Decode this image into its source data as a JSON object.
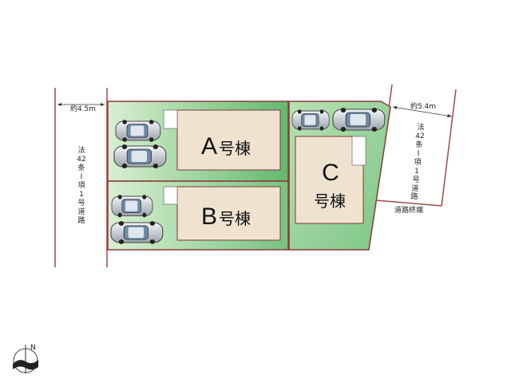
{
  "lots": {
    "a": {
      "letter": "A",
      "suffix": "号棟"
    },
    "b": {
      "letter": "B",
      "suffix": "号棟"
    },
    "c": {
      "letter": "C",
      "suffix": "号棟"
    }
  },
  "roads": {
    "left": {
      "width": "約4.5m",
      "type_chars": [
        "法",
        "42",
        "条",
        "Ⅰ",
        "項",
        "1",
        "号",
        "道",
        "路"
      ]
    },
    "right": {
      "width": "約5.4m",
      "type_chars": [
        "法",
        "42",
        "条",
        "Ⅰ",
        "項",
        "1",
        "号",
        "道",
        "路"
      ]
    },
    "road_end": "道路終端"
  },
  "compass": {
    "north": "N"
  },
  "colors": {
    "lot_green_light": "#cfe8c6",
    "lot_green_dark": "#6fc07a",
    "boundary": "#8b3a3a",
    "house": "#efe3cf",
    "road_line": "#9a4b4b"
  }
}
